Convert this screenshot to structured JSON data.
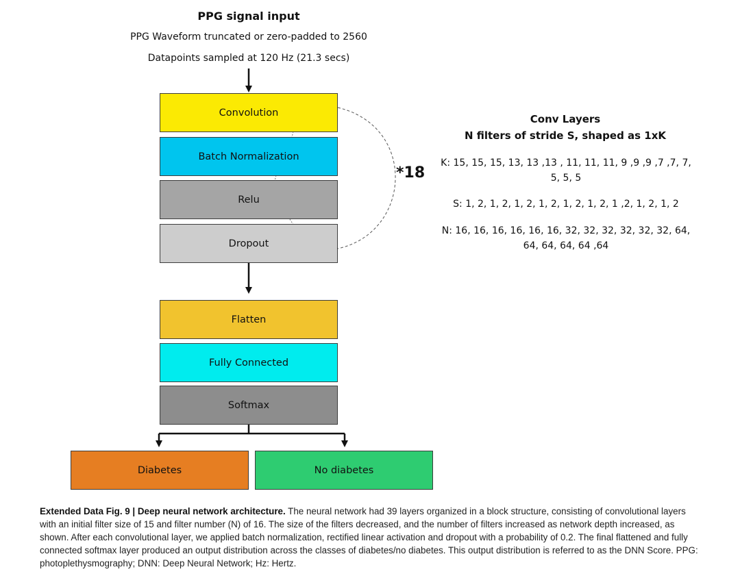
{
  "input": {
    "title": "PPG signal input",
    "line1": "PPG Waveform truncated or zero-padded to 2560",
    "line2": "Datapoints sampled at 120 Hz (21.3 secs)"
  },
  "block": {
    "layers": [
      {
        "label": "Convolution",
        "color": "#fbea03"
      },
      {
        "label": "Batch Normalization",
        "color": "#00c5ee"
      },
      {
        "label": "Relu",
        "color": "#a5a5a5"
      },
      {
        "label": "Dropout",
        "color": "#cdcdcd"
      }
    ],
    "repeat_label": "*18"
  },
  "head": {
    "layers": [
      {
        "label": "Flatten",
        "color": "#f1c32e"
      },
      {
        "label": "Fully Connected",
        "color": "#00ecee"
      },
      {
        "label": "Softmax",
        "color": "#8d8d8d"
      }
    ]
  },
  "outputs": [
    {
      "label": "Diabetes",
      "color": "#e67e22"
    },
    {
      "label": "No diabetes",
      "color": "#2ecc71"
    }
  ],
  "conv_params": {
    "title_line1": "Conv Layers",
    "title_line2": "N filters of stride S, shaped as 1xK",
    "k": "K: 15, 15, 15, 13, 13 ,13 , 11, 11, 11, 9 ,9 ,9 ,7 ,7, 7, 5, 5, 5",
    "s": "S: 1, 2, 1, 2, 1, 2, 1, 2, 1, 2, 1, 2, 1 ,2, 1, 2, 1, 2",
    "n": "N: 16, 16, 16, 16, 16, 16, 32, 32, 32, 32, 32, 32, 64, 64, 64, 64, 64 ,64"
  },
  "caption": {
    "lead": "Extended Data Fig. 9 | Deep neural network architecture.",
    "body": " The neural network had 39 layers organized in a block structure, consisting of convolutional layers with an initial filter size of 15 and filter number (N) of 16. The size of the filters decreased, and the number of filters increased as network depth increased, as shown. After each convolutional layer, we applied batch normalization, rectified linear activation and dropout with a probability of 0.2. The final flattened and fully connected softmax layer produced an output distribution across the classes of diabetes/no diabetes. This output distribution is referred to as the DNN Score. PPG: photoplethysmography; DNN: Deep Neural Network; Hz: Hertz."
  }
}
